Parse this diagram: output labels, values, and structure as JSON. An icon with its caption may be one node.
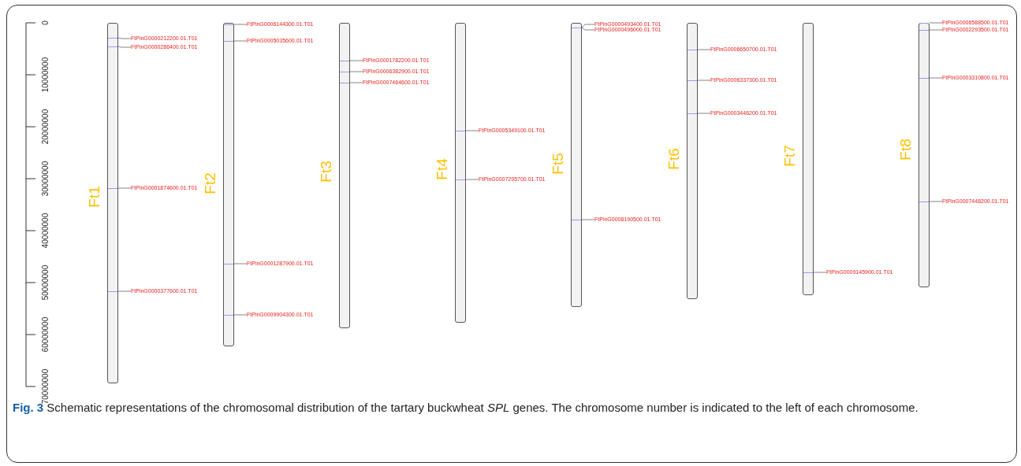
{
  "diagram": {
    "caption": "**Fig. 3** Schematic representations of the chromosomal distribution of the tartary buckwheat *SPL* genes. The chromosome number is indicated to the left of each chromosome.",
    "nodes": [
      {
        "text": [
          "Ft1"
        ]
      },
      {
        "text": [],
        "shape": "bar",
        "in": 0
      },
      {
        "text": [
          "FtPinG0000212200.01.T01"
        ]
      },
      {
        "text": [],
        "shape": "bar",
        "in": 0
      },
      {
        "text": [
          "FtPinG0000286400.01.T01"
        ]
      },
      {
        "text": [],
        "shape": "bar",
        "in": 0
      },
      {
        "text": [
          "FtPinG0001874600.01.T01"
        ]
      },
      {
        "text": [],
        "shape": "bar",
        "in": 0
      },
      {
        "text": [
          "FtPinG0000377600.01.T01"
        ]
      },
      {
        "text": [
          "Ft2"
        ]
      },
      {
        "text": [],
        "shape": "bar",
        "in": 9
      },
      {
        "text": [
          "FtPinG0006144300.01.T01"
        ]
      },
      {
        "text": [],
        "shape": "bar",
        "in": 9
      },
      {
        "text": [
          "FtPinG0005035600.01.T01"
        ]
      },
      {
        "text": [],
        "shape": "bar",
        "in": 9
      },
      {
        "text": [
          "FtPinG0001287900.01.T01"
        ]
      },
      {
        "text": [],
        "shape": "bar",
        "in": 9
      },
      {
        "text": [
          "FtPinG0009904300.01.T01"
        ]
      },
      {
        "text": [
          "Ft3"
        ]
      },
      {
        "text": [],
        "shape": "bar",
        "in": 18
      },
      {
        "text": [
          "FtPinG0001782200.01.T01"
        ]
      },
      {
        "text": [],
        "shape": "bar",
        "in": 18
      },
      {
        "text": [
          "FtPinG0006382900.01.T01"
        ]
      },
      {
        "text": [],
        "shape": "bar",
        "in": 18
      },
      {
        "text": [
          "FtPinG0007464600.01.T01"
        ]
      },
      {
        "text": [
          "Ft4"
        ]
      },
      {
        "text": [],
        "shape": "bar",
        "in": 25
      },
      {
        "text": [
          "FtPinG0005349100.01.T01"
        ]
      },
      {
        "text": [],
        "shape": "bar",
        "in": 25
      },
      {
        "text": [
          "FtPinG0007295700.01.T01"
        ]
      },
      {
        "text": [
          "Ft5"
        ]
      },
      {
        "text": [],
        "shape": "bar",
        "in": 30
      },
      {
        "text": [
          "FtPinG0000493400.01.T01"
        ]
      },
      {
        "text": [],
        "shape": "bar",
        "in": 30
      },
      {
        "text": [
          "FtPinG0000496000.01.T01"
        ]
      },
      {
        "text": [],
        "shape": "bar",
        "in": 30
      },
      {
        "text": [
          "FtPinG0008190500.01.T01"
        ]
      },
      {
        "text": [
          "Ft6"
        ]
      },
      {
        "text": [],
        "shape": "bar",
        "in": 37
      },
      {
        "text": [
          "FtPinG0006650700.01.T01"
        ]
      },
      {
        "text": [],
        "shape": "bar",
        "in": 37
      },
      {
        "text": [
          "FtPinG0006337300.01.T01"
        ]
      },
      {
        "text": [],
        "shape": "bar",
        "in": 37
      },
      {
        "text": [
          "FtPinG0003446200.01.T01"
        ]
      },
      {
        "text": [
          "Ft7"
        ]
      },
      {
        "text": [],
        "shape": "bar",
        "in": 44
      },
      {
        "text": [
          "FtPinG0009145900.01.T01"
        ]
      },
      {
        "text": [
          "Ft8"
        ]
      },
      {
        "text": [],
        "shape": "bar",
        "in": 47
      },
      {
        "text": [
          "FtPinG0006588500.01.T01"
        ]
      },
      {
        "text": [],
        "shape": "bar",
        "in": 47
      },
      {
        "text": [
          "FtPinG0002293500.01.T01"
        ]
      },
      {
        "text": [],
        "shape": "bar",
        "in": 47
      },
      {
        "text": [
          "FtPinG0003310800.01.T01"
        ]
      },
      {
        "text": [],
        "shape": "bar",
        "in": 47
      },
      {
        "text": [
          "FtPinG0007448200.01.T01"
        ]
      }
    ],
    "edges": [
      {
        "from": 2,
        "to": 1,
        "arrow": "none"
      },
      {
        "from": 4,
        "to": 3,
        "arrow": "none"
      },
      {
        "from": 6,
        "to": 5,
        "arrow": "none"
      },
      {
        "from": 8,
        "to": 7,
        "arrow": "none"
      },
      {
        "from": 11,
        "to": 10,
        "arrow": "none"
      },
      {
        "from": 13,
        "to": 12,
        "arrow": "none"
      },
      {
        "from": 15,
        "to": 14,
        "arrow": "none"
      },
      {
        "from": 17,
        "to": 16,
        "arrow": "none"
      },
      {
        "from": 20,
        "to": 19,
        "arrow": "none"
      },
      {
        "from": 22,
        "to": 21,
        "arrow": "none"
      },
      {
        "from": 24,
        "to": 23,
        "arrow": "none"
      },
      {
        "from": 27,
        "to": 26,
        "arrow": "none"
      },
      {
        "from": 29,
        "to": 28,
        "arrow": "none"
      },
      {
        "from": 32,
        "to": 31,
        "arrow": "none"
      },
      {
        "from": 34,
        "to": 33,
        "arrow": "none"
      },
      {
        "from": 36,
        "to": 35,
        "arrow": "none"
      },
      {
        "from": 39,
        "to": 38,
        "arrow": "none"
      },
      {
        "from": 41,
        "to": 40,
        "arrow": "none"
      },
      {
        "from": 43,
        "to": 42,
        "arrow": "none"
      },
      {
        "from": 46,
        "to": 45,
        "arrow": "none"
      },
      {
        "from": 49,
        "to": 48,
        "arrow": "none"
      },
      {
        "from": 51,
        "to": 50,
        "arrow": "none"
      },
      {
        "from": 53,
        "to": 52,
        "arrow": "none"
      },
      {
        "from": 55,
        "to": 54,
        "arrow": "none"
      }
    ],
    "labels": [
      "0",
      "10000000",
      "20000000",
      "30000000",
      "40000000",
      "50000000",
      "60000000",
      "70000000"
    ]
  }
}
